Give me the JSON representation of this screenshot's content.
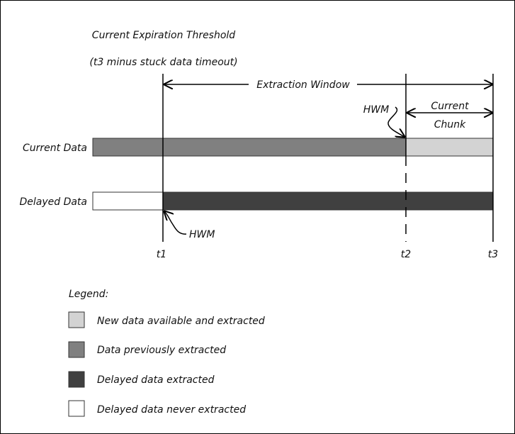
{
  "title": {
    "line1": "Current Expiration Threshold",
    "line2": "(t3 minus stuck data timeout)"
  },
  "extraction_window_label": "Extraction Window",
  "current_chunk": {
    "line1": "Current",
    "line2": "Chunk"
  },
  "hwm_label_top": "HWM",
  "hwm_label_bottom": "HWM",
  "rows": {
    "current_data": "Current Data",
    "delayed_data": "Delayed Data"
  },
  "ticks": {
    "t1": "t1",
    "t2": "t2",
    "t3": "t3"
  },
  "legend": {
    "title": "Legend:",
    "items": [
      {
        "label": "New data available and extracted",
        "color": "#d3d3d3"
      },
      {
        "label": "Data previously extracted",
        "color": "#808080"
      },
      {
        "label": "Delayed data extracted",
        "color": "#404040"
      },
      {
        "label": "Delayed data never extracted",
        "color": "#ffffff"
      }
    ]
  }
}
